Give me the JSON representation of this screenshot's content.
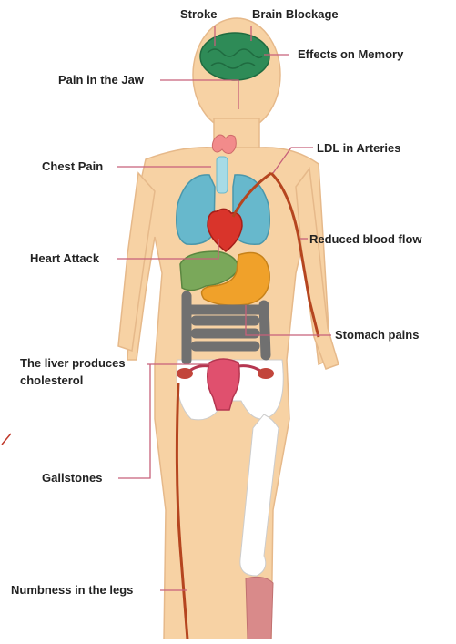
{
  "diagram": {
    "labels": {
      "stroke": "Stroke",
      "brain_blockage": "Brain Blockage",
      "effects_on_memory": "Effects on Memory",
      "pain_in_jaw": "Pain in the Jaw",
      "ldl_in_arteries": "LDL in Arteries",
      "chest_pain": "Chest Pain",
      "reduced_blood_flow": "Reduced blood flow",
      "heart_attack": "Heart Attack",
      "stomach_pains": "Stomach pains",
      "liver_produces_cholesterol": "The liver produces cholesterol",
      "gallstones": "Gallstones",
      "numbness_in_legs": "Numbness in the legs"
    },
    "colors": {
      "skin": "#f7d2a4",
      "skin_outline": "#e6b98a",
      "brain": "#2e8b57",
      "lungs": "#67b8cc",
      "heart": "#d9342b",
      "liver": "#7aa85a",
      "stomach": "#f0a12a",
      "intestine": "#707070",
      "uterus": "#e0506e",
      "artery": "#b5451f",
      "leader_line": "#c7607a",
      "bone": "#ffffff"
    }
  }
}
